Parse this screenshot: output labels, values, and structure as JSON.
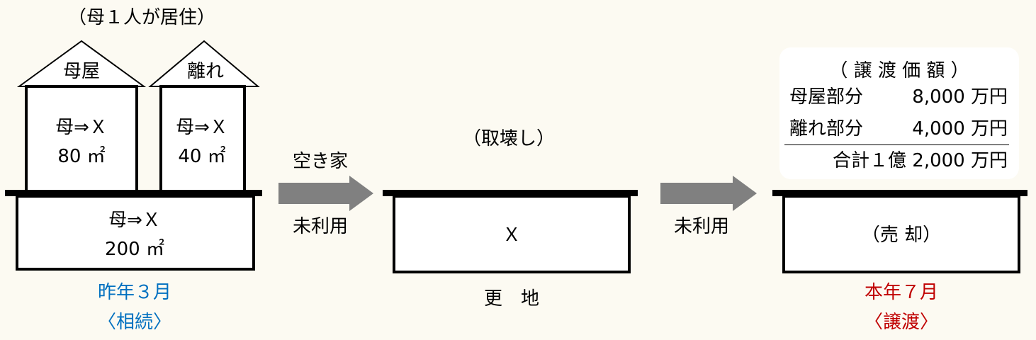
{
  "title_left": "（母１人が居住）",
  "house_main": {
    "roof_label": "母屋",
    "transfer": "母⇒Ｘ",
    "area": "80 ㎡"
  },
  "house_annex": {
    "roof_label": "離れ",
    "transfer": "母⇒Ｘ",
    "area": "40 ㎡"
  },
  "land_left": {
    "transfer": "母⇒Ｘ",
    "area": "200 ㎡"
  },
  "left_date": "昨年３月",
  "left_event": "〈相続〉",
  "arrow1": {
    "above": "空き家",
    "below": "未利用"
  },
  "middle": {
    "title": "（取壊し）",
    "owner": "Ｘ",
    "caption": "更　地"
  },
  "arrow2": {
    "below": "未利用"
  },
  "price_box": {
    "heading": "（ 譲 渡 価 額 ）",
    "rows": [
      {
        "label": "母屋部分",
        "value": "8,000 万円"
      },
      {
        "label": "離れ部分",
        "value": "4,000 万円"
      }
    ],
    "total": "合計１億 2,000 万円"
  },
  "right": {
    "label": "（売 却）",
    "date": "本年７月",
    "event": "〈譲渡〉"
  },
  "colors": {
    "blue": "#0070c0",
    "red": "#c00000",
    "arrow": "#808080",
    "background": "#fcfaf2"
  }
}
